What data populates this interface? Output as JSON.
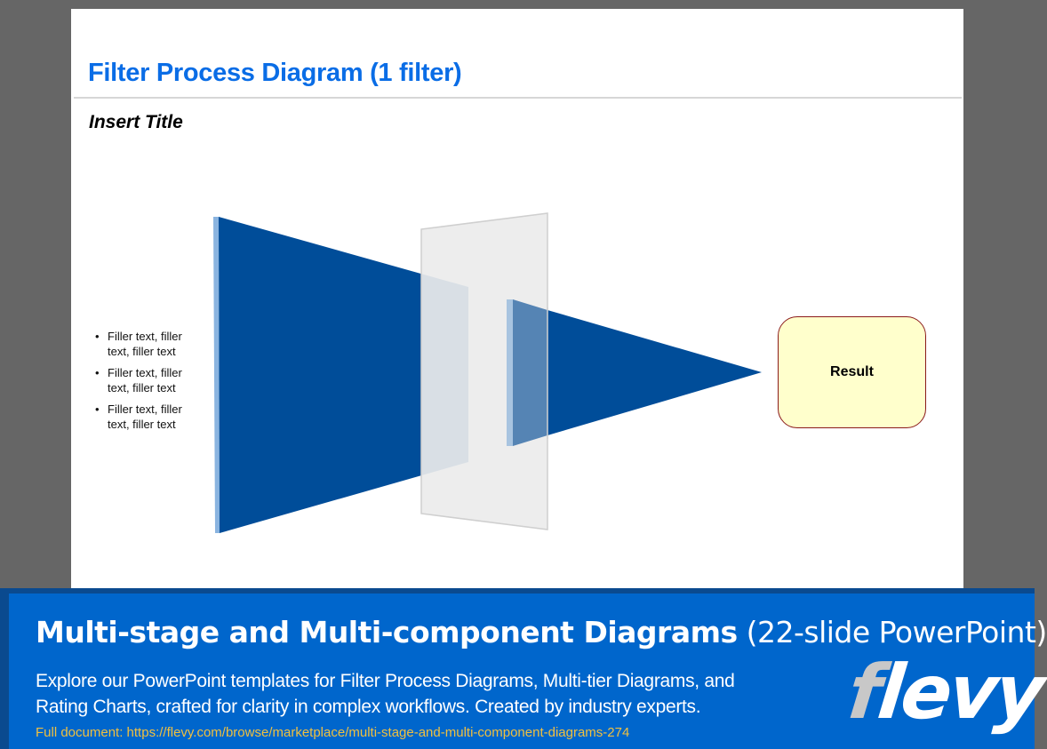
{
  "slide": {
    "title": "Filter Process Diagram (1 filter)",
    "subtitle": "Insert Title",
    "bullets": [
      "Filler text, filler text, filler text",
      "Filler text, filler text, filler text",
      "Filler text, filler text, filler text"
    ],
    "result_label": "Result",
    "colors": {
      "title": "#0a6de6",
      "funnel": "#004d99",
      "funnel_edge": "#8ab4e0",
      "filter_panel": "#ececec",
      "result_fill": "#ffffcc",
      "result_border": "#8b1a1a"
    }
  },
  "banner": {
    "title_bold": "Multi-stage and Multi-component Diagrams",
    "title_light": "(22-slide PowerPoint)",
    "description": "Explore our PowerPoint templates for Filter Process Diagrams, Multi-tier Diagrams, and Rating Charts, crafted for clarity in complex workflows. Created by industry experts.",
    "link": "Full document: https://flevy.com/browse/marketplace/multi-stage-and-multi-component-diagrams-274",
    "logo_first": "f",
    "logo_rest": "levy",
    "colors": {
      "background": "#0066cc",
      "link": "#f0c040"
    }
  }
}
